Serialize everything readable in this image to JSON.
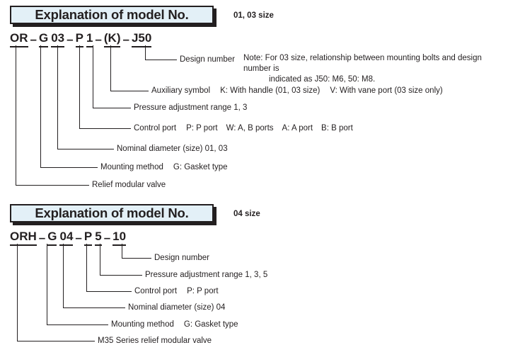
{
  "blocks": [
    {
      "id": "block-01-03",
      "header_title": "Explanation of model No.",
      "size_label": "01, 03 size",
      "model_segments": [
        {
          "text": "OR"
        },
        {
          "text": "G"
        },
        {
          "text": "03"
        },
        {
          "text": "P"
        },
        {
          "text": "1"
        },
        {
          "text": "(K)"
        },
        {
          "text": "J50"
        }
      ],
      "model_string": "OR – G 03 – P 1 – (K) – J50",
      "annotations": [
        {
          "label": "Design number",
          "values": ""
        },
        {
          "label": "Auxiliary symbol",
          "values": "K: With handle (01, 03 size)",
          "values2": "V: With vane port (03 size only)"
        },
        {
          "label": "Pressure adjustment range 1, 3",
          "values": ""
        },
        {
          "label": "Control port",
          "values": "P: P port",
          "values2": "W: A, B ports",
          "values3": "A: A port",
          "values4": "B: B port"
        },
        {
          "label": "Nominal diameter (size)  01, 03",
          "values": ""
        },
        {
          "label": "Mounting method",
          "values": "G: Gasket type"
        },
        {
          "label": "Relief modular valve",
          "values": ""
        }
      ],
      "note_line1": "Note: For 03 size, relationship between mounting bolts and design number is",
      "note_line2": "indicated as J50: M6, 50: M8."
    },
    {
      "id": "block-04",
      "header_title": "Explanation of model No.",
      "size_label": "04 size",
      "model_segments": [
        {
          "text": "ORH"
        },
        {
          "text": "G"
        },
        {
          "text": "04"
        },
        {
          "text": "P"
        },
        {
          "text": "5"
        },
        {
          "text": "10"
        }
      ],
      "model_string": "ORH – G 04 – P 5 – 10",
      "annotations": [
        {
          "label": "Design number",
          "values": ""
        },
        {
          "label": "Pressure adjustment range 1, 3, 5",
          "values": ""
        },
        {
          "label": "Control port",
          "values": "P: P port"
        },
        {
          "label": "Nominal diameter (size)  04",
          "values": ""
        },
        {
          "label": "Mounting method",
          "values": "G: Gasket type"
        },
        {
          "label": "M35 Series relief modular valve",
          "values": ""
        }
      ]
    }
  ],
  "colors": {
    "ink": "#231f20",
    "banner_fill": "#e3f0f7",
    "page_bg": "#ffffff"
  }
}
